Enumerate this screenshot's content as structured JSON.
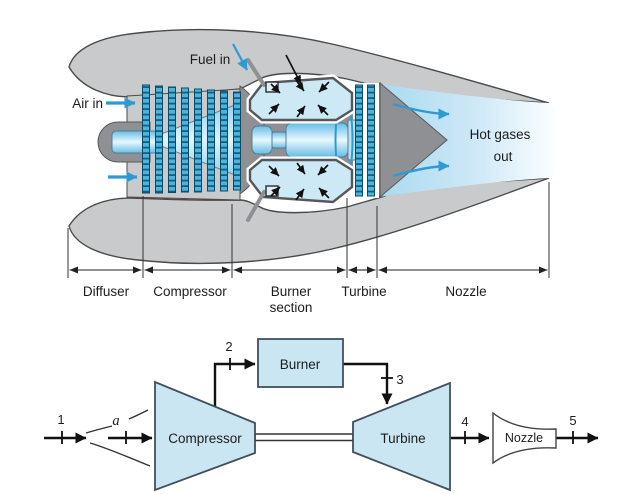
{
  "colors": {
    "nacelle_gray": "#c9cacc",
    "inner_dark_gray": "#8e9093",
    "light_blue": "#cde9f6",
    "blade_blue": "#4cb4de",
    "arrow_blue": "#2f9ad2",
    "schematic_fill": "#cbe6f3",
    "outline": "#4a4a4b",
    "text": "#1c1c1c"
  },
  "cutaway": {
    "air_in": "Air in",
    "fuel_in": "Fuel in",
    "hot_gases_line1": "Hot gases",
    "hot_gases_line2": "out",
    "sections": {
      "diffuser": "Diffuser",
      "compressor": "Compressor",
      "burner_line1": "Burner",
      "burner_line2": "section",
      "turbine": "Turbine",
      "nozzle": "Nozzle"
    }
  },
  "schematic": {
    "components": {
      "compressor": "Compressor",
      "burner": "Burner",
      "turbine": "Turbine",
      "nozzle": "Nozzle"
    },
    "stations": {
      "s1": "1",
      "sa": "a",
      "s2": "2",
      "s3": "3",
      "s4": "4",
      "s5": "5"
    }
  }
}
